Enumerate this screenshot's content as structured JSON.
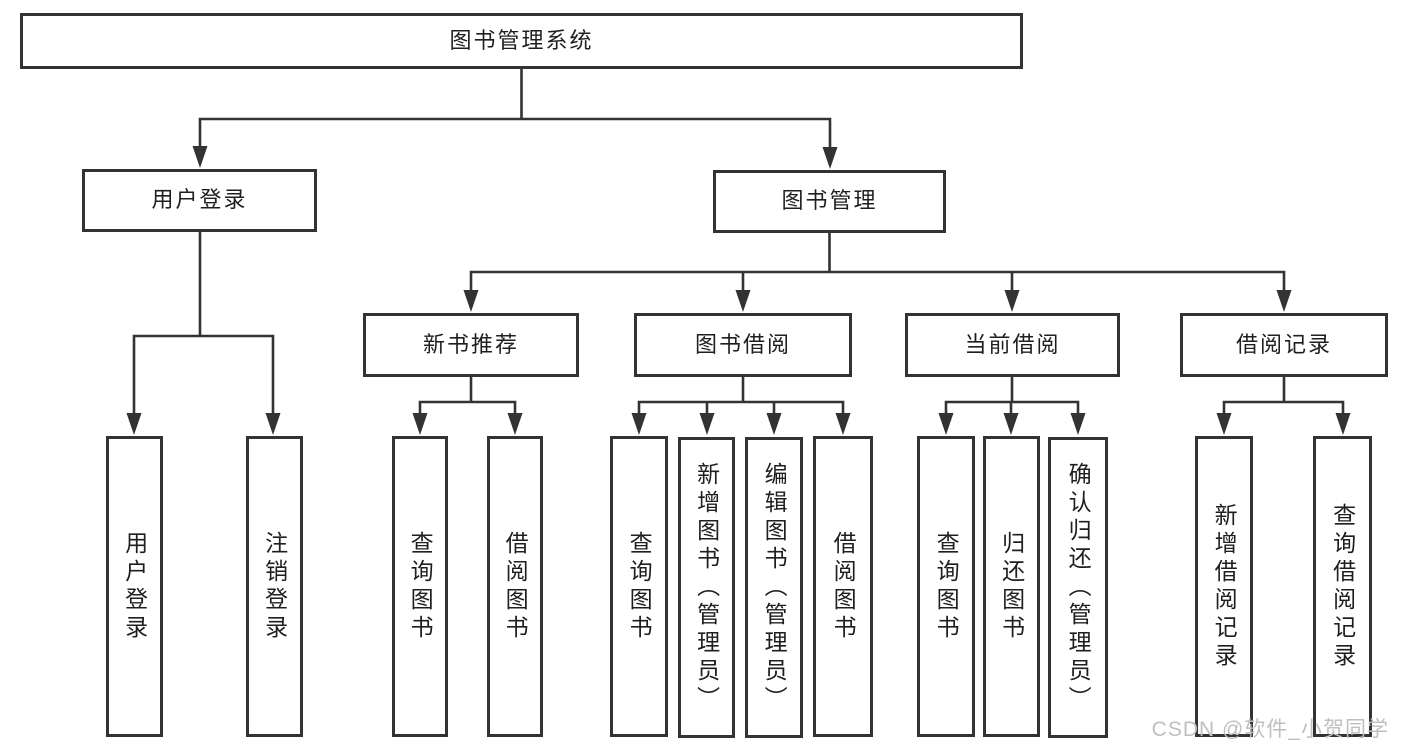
{
  "diagram": {
    "root": {
      "label": "图书管理系统"
    },
    "level2": {
      "user_login": "用户登录",
      "book_management": "图书管理"
    },
    "level3": {
      "new_book_recommend": "新书推荐",
      "book_borrow": "图书借阅",
      "current_borrow": "当前借阅",
      "borrow_records": "借阅记录"
    },
    "leaves": {
      "ul_user_login": "用户登录",
      "ul_logout": "注销登录",
      "nbr_query_books": "查询图书",
      "nbr_borrow_books": "借阅图书",
      "bb_query_books": "查询图书",
      "bb_add_books": "新增图书（管理员）",
      "bb_edit_books": "编辑图书（管理员）",
      "bb_borrow_books": "借阅图书",
      "cb_query_books": "查询图书",
      "cb_return_books": "归还图书",
      "cb_confirm_return": "确认归还（管理员）",
      "br_add_record": "新增借阅记录",
      "br_query_record": "查询借阅记录"
    },
    "watermark": "CSDN @软件_小贺同学",
    "colors": {
      "line": "#333333",
      "text": "#1f1f1f",
      "watermark": "#bfbfbf",
      "background": "#ffffff"
    }
  }
}
